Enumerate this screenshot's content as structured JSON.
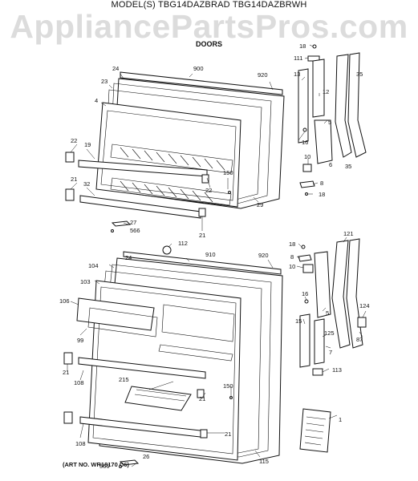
{
  "header": {
    "model_title": "MODEL(S) TBG14DAZBRAD  TBG14DAZBRWH",
    "section_title": "DOORS"
  },
  "watermark": "AppliancePartsPros.com",
  "art_number": "(ART NO. WR18170 C6)",
  "callouts": {
    "freezer_door": [
      "900",
      "920",
      "24",
      "23",
      "4",
      "22",
      "19",
      "21",
      "32",
      "150",
      "22",
      "29",
      "27",
      "566",
      "21"
    ],
    "hinge_top": [
      "18",
      "111",
      "13",
      "12",
      "35",
      "5",
      "16",
      "10",
      "6",
      "35",
      "8",
      "18"
    ],
    "fresh_food_door": [
      "112",
      "24",
      "910",
      "920",
      "104",
      "103",
      "106",
      "99",
      "21",
      "108",
      "215",
      "21",
      "150",
      "21",
      "108",
      "115",
      "566",
      "26"
    ],
    "hinge_bottom": [
      "18",
      "8",
      "10",
      "121",
      "16",
      "5",
      "124",
      "15",
      "125",
      "87",
      "7",
      "113",
      "1"
    ]
  }
}
